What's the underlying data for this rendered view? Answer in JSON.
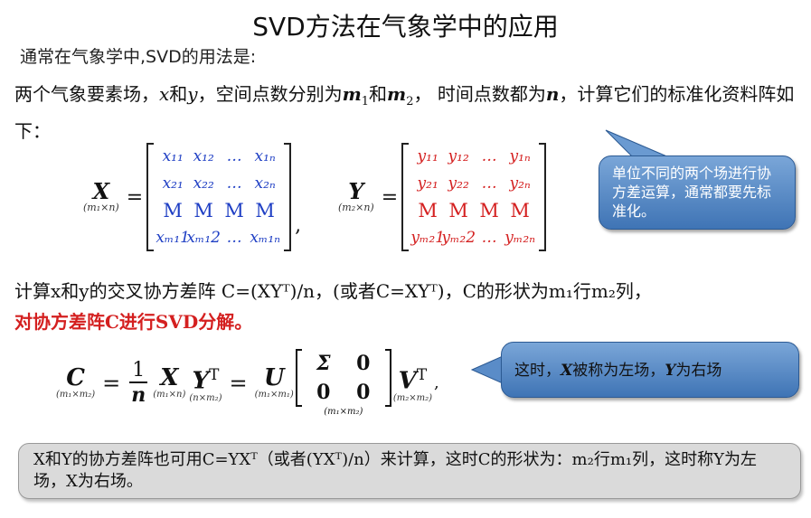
{
  "title": "SVD方法在气象学中的应用",
  "subtitle": "通常在气象学中,SVD的用法是:",
  "intro": {
    "a": "两个气象要素场，",
    "x": "x",
    "and1": "和",
    "y": "y",
    "b": "，空间点数分别为",
    "m1": "m",
    "m1sub": "1",
    "and2": "和",
    "m2": "m",
    "m2sub": "2",
    "c": "，  时间点数都为",
    "n": "n",
    "d": "，计算它们的标准化资料阵如下："
  },
  "matrix_x": {
    "name": "X",
    "dim": "(m₁×n)",
    "rows": [
      [
        "x₁₁",
        "x₁₂",
        "…",
        "x₁ₙ"
      ],
      [
        "x₂₁",
        "x₂₂",
        "…",
        "x₂ₙ"
      ],
      [
        "M",
        "M",
        "M",
        "M"
      ],
      [
        "xₘ₁1",
        "xₘ₁2",
        "…",
        "xₘ₁ₙ"
      ]
    ]
  },
  "matrix_y": {
    "name": "Y",
    "dim": "(m₂×n)",
    "rows": [
      [
        "y₁₁",
        "y₁₂",
        "…",
        "y₁ₙ"
      ],
      [
        "y₂₁",
        "y₂₂",
        "…",
        "y₂ₙ"
      ],
      [
        "M",
        "M",
        "M",
        "M"
      ],
      [
        "yₘ₂1",
        "yₘ₂2",
        "…",
        "yₘ₂ₙ"
      ]
    ]
  },
  "callout1": "单位不同的两个场进行协方差运算，通常都要先标准化。",
  "covariance_line": "计算x和y的交叉协方差阵 C=(XYᵀ)/n，(或者C=XYᵀ)，C的形状为m₁行m₂列，",
  "svd_line": "对协方差阵C进行SVD分解。",
  "svd_eq": {
    "C": "C",
    "C_dim": "(m₁×m₂)",
    "frac_num": "1",
    "frac_den": "n",
    "X": "X",
    "X_dim": "(m₁×n)",
    "Y": "Y",
    "YT_sup": "T",
    "Y_dim": "(n×m₂)",
    "U": "U",
    "U_dim": "(m₁×m₁)",
    "sigma": "Σ",
    "zero": "0",
    "S_dim": "(m₁×m₂)",
    "V": "V",
    "VT_sup": "T",
    "V_dim": "(m₂×m₂)"
  },
  "callout2": {
    "a": "这时，",
    "x": "X",
    "b": "被称为左场，",
    "y": "Y",
    "c": "为右场"
  },
  "note": "X和Y的协方差阵也可用C=YXᵀ（或者(YXᵀ)/n）来计算，这时C的形状为：m₂行m₁列，这时称Y为左场，X为右场。",
  "colors": {
    "blue": "#1f3fc4",
    "red": "#d42020",
    "callout": "#4f81bd"
  }
}
